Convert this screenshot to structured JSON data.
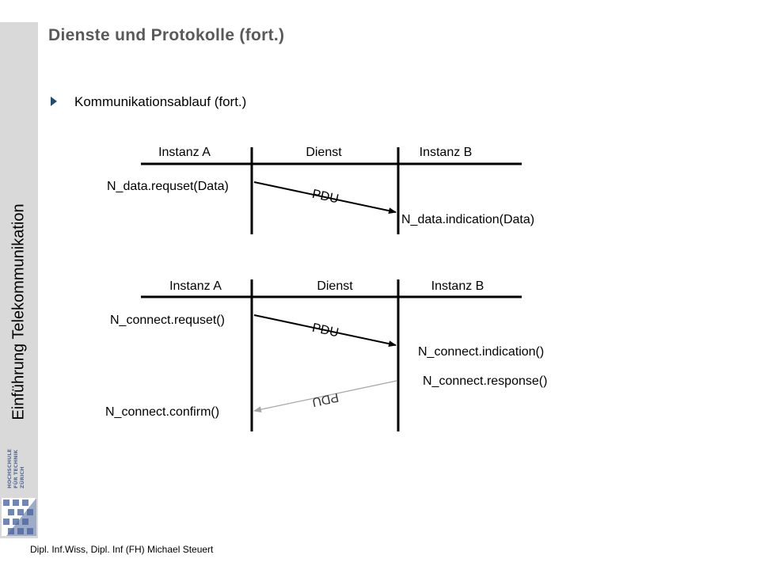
{
  "sidebar": {
    "course_title": "Einführung Telekommunikation"
  },
  "logo": {
    "lines": [
      "HOCHSCHULE",
      "FÜR TECHNIK",
      "ZÜRICH"
    ]
  },
  "slide": {
    "title": "Dienste und Protokolle (fort.)",
    "bullet": "Kommunikationsablauf (fort.)"
  },
  "diagram1": {
    "headers": [
      "Instanz A",
      "Dienst",
      "Instanz B"
    ],
    "request": "N_data.requset(Data)",
    "pdu": "PDU",
    "indication": "N_data.indication(Data)"
  },
  "diagram2": {
    "headers": [
      "Instanz A",
      "Dienst",
      "Instanz B"
    ],
    "request": "N_connect.requset()",
    "pdu_forward": "PDU",
    "indication": "N_connect.indication()",
    "response": "N_connect.response()",
    "pdu_back": "PDU",
    "confirm": "N_connect.confirm()"
  },
  "footer": {
    "author": "Dipl. Inf.Wiss, Dipl. Inf (FH) Michael Steuert"
  },
  "colors": {
    "sidebar": "#d9d9d9",
    "title": "#595959",
    "bullet": "#1f4e6e",
    "back_arrow": "#a6a6a6"
  }
}
